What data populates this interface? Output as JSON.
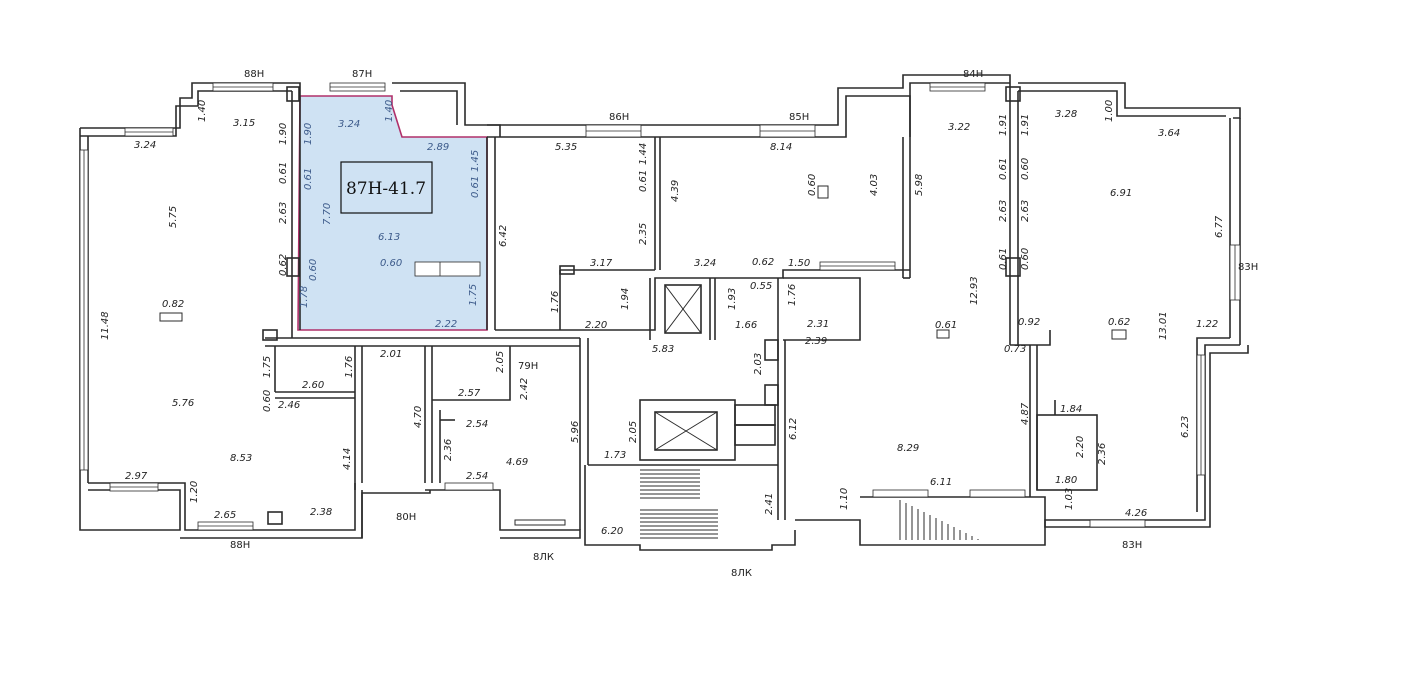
{
  "highlight": {
    "label": "87Н-41.7",
    "fill": "#cfe2f3",
    "outline": "#b0306a",
    "dims": [
      "3.24",
      "1.40",
      "1.90",
      "2.89",
      "1.45",
      "0.61",
      "0.61",
      "7.70",
      "6.13",
      "0.60",
      "0.60",
      "1.78",
      "1.75",
      "2.22"
    ]
  },
  "tags": [
    "88Н",
    "87Н",
    "86Н",
    "85Н",
    "84Н",
    "83Н",
    "79Н",
    "80Н",
    "88Н",
    "8ЛК",
    "8ЛК",
    "83Н"
  ],
  "dims": [
    "3.24",
    "1.40",
    "3.15",
    "1.90",
    "0.61",
    "2.63",
    "0.62",
    "5.75",
    "11.48",
    "0.82",
    "1.75",
    "1.76",
    "2.60",
    "0.60",
    "2.46",
    "5.76",
    "8.53",
    "4.14",
    "2.97",
    "1.20",
    "2.65",
    "2.38",
    "2.01",
    "4.70",
    "2.05",
    "2.57",
    "2.42",
    "2.54",
    "2.36",
    "4.69",
    "2.54",
    "5.96",
    "5.35",
    "1.44",
    "0.61",
    "2.35",
    "6.42",
    "3.17",
    "1.76",
    "1.94",
    "2.20",
    "8.14",
    "4.39",
    "0.60",
    "4.03",
    "5.98",
    "3.24",
    "0.62",
    "1.50",
    "0.55",
    "1.93",
    "1.66",
    "1.76",
    "2.31",
    "2.39",
    "5.83",
    "2.03",
    "6.12",
    "2.05",
    "1.73",
    "2.41",
    "6.20",
    "3.22",
    "1.91",
    "0.61",
    "2.63",
    "0.61",
    "12.93",
    "0.61",
    "4.87",
    "8.29",
    "6.11",
    "1.10",
    "3.28",
    "1.00",
    "3.64",
    "1.91",
    "0.60",
    "2.63",
    "0.60",
    "6.91",
    "6.77",
    "0.92",
    "0.73",
    "0.62",
    "13.01",
    "1.22",
    "1.84",
    "2.20",
    "2.36",
    "1.80",
    "1.03",
    "6.23",
    "4.26"
  ]
}
